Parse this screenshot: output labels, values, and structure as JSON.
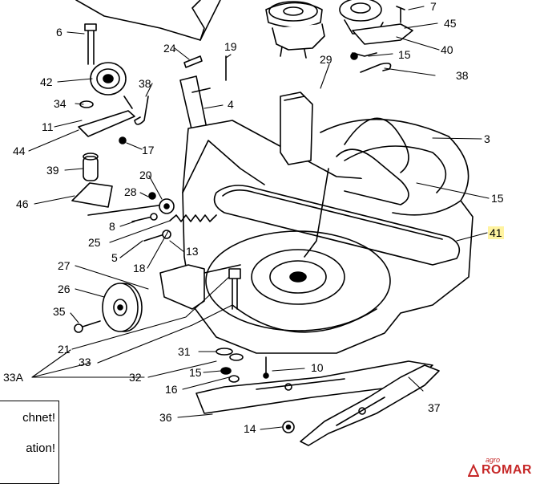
{
  "callouts": {
    "c3": "3",
    "c4": "4",
    "c5": "5",
    "c6": "6",
    "c7": "7",
    "c8": "8",
    "c10": "10",
    "c11": "11",
    "c13": "13",
    "c14": "14",
    "c15a": "15",
    "c15b": "15",
    "c15c": "15",
    "c16": "16",
    "c17": "17",
    "c18": "18",
    "c19": "19",
    "c20": "20",
    "c21": "21",
    "c24": "24",
    "c25": "25",
    "c26": "26",
    "c27": "27",
    "c28": "28",
    "c29": "29",
    "c31": "31",
    "c32": "32",
    "c33": "33",
    "c33a": "33A",
    "c34": "34",
    "c35": "35",
    "c36": "36",
    "c37": "37",
    "c38a": "38",
    "c38b": "38",
    "c39": "39",
    "c40": "40",
    "c41": "41",
    "c42": "42",
    "c44": "44",
    "c45": "45",
    "c46": "46"
  },
  "note": {
    "line1": "chnet!",
    "line2": "ation!"
  },
  "brand": {
    "small": "agro",
    "name": "ROMAR"
  },
  "colors": {
    "highlight": "#fff3a0",
    "brand": "#c62828",
    "line": "#000000"
  }
}
